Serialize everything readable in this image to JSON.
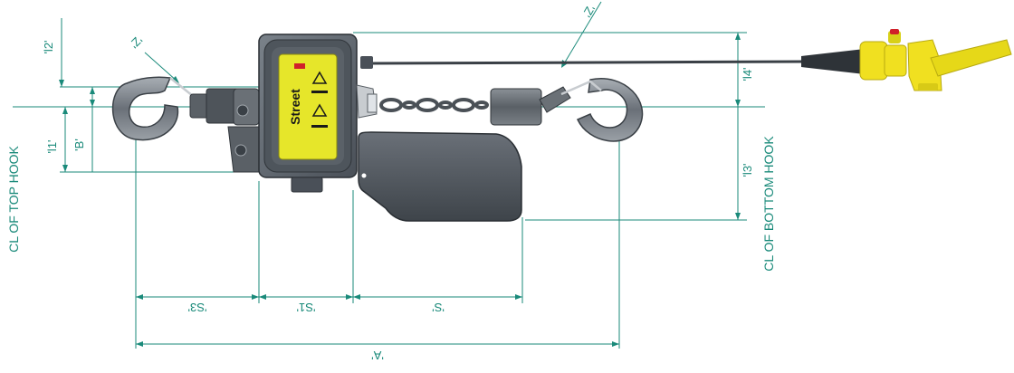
{
  "labels": {
    "cl_top_hook": "CL OF TOP HOOK",
    "cl_bottom_hook": "CL OF BOTTOM HOOK",
    "a": "'A'",
    "s": "'S'",
    "s1": "'S1'",
    "s3": "'S3'",
    "b": "'B'",
    "l1": "'l1'",
    "l2": "'l2'",
    "l3": "'l3'",
    "l4": "'l4'",
    "z_left": "'Z'",
    "z_right": "'Z'"
  },
  "product": {
    "brand": "Street"
  },
  "colors": {
    "dimension": "#1a8a7a",
    "housing": "#5c646c",
    "label_yellow": "#e6e62a",
    "handle_yellow": "#f0e020",
    "cap_red": "#d0202a",
    "hook": "#7a8088"
  }
}
